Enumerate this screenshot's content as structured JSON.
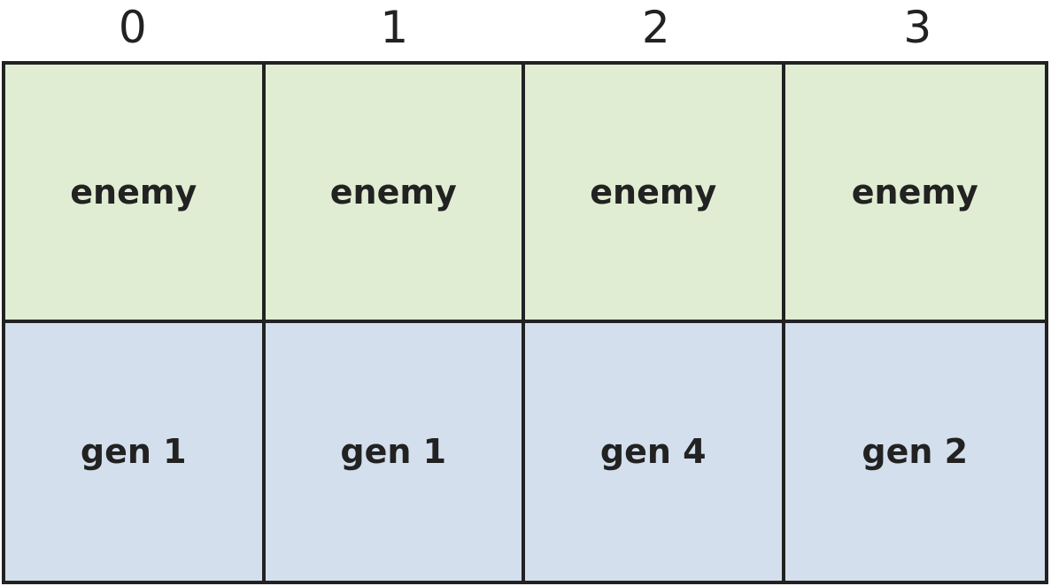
{
  "indices": [
    "0",
    "1",
    "2",
    "3"
  ],
  "rows": [
    {
      "color": "#e0edd3",
      "cells": [
        "enemy",
        "enemy",
        "enemy",
        "enemy"
      ]
    },
    {
      "color": "#d3dfec",
      "cells": [
        "gen 1",
        "gen 1",
        "gen 4",
        "gen 2"
      ]
    }
  ],
  "colors": {
    "border": "#222222",
    "text": "#222222"
  }
}
